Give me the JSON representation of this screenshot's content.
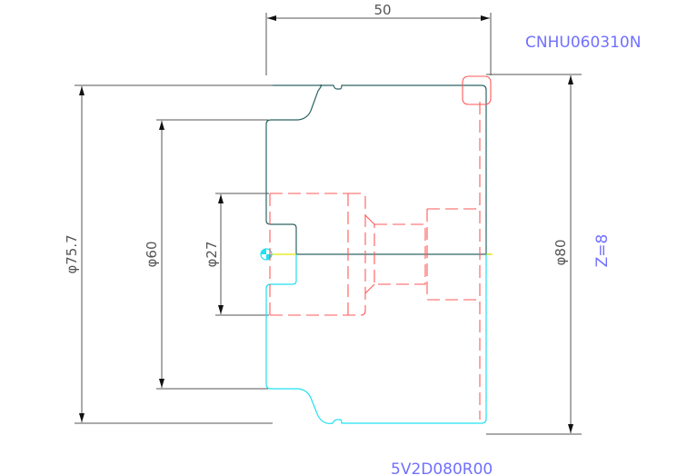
{
  "dimensions": {
    "length": "50",
    "outer_diameter": "φ75.7",
    "diameter_60": "φ60",
    "diameter_27": "φ27",
    "diameter_80": "φ80"
  },
  "labels": {
    "insert": "CNHU060310N",
    "z_value": "Z=8",
    "tool": "5V2D080R00"
  },
  "colors": {
    "profile": "#2e6464",
    "toolpath": "#22e0f0",
    "hidden": "#ff5a5a",
    "annotation": "#7070ff"
  }
}
